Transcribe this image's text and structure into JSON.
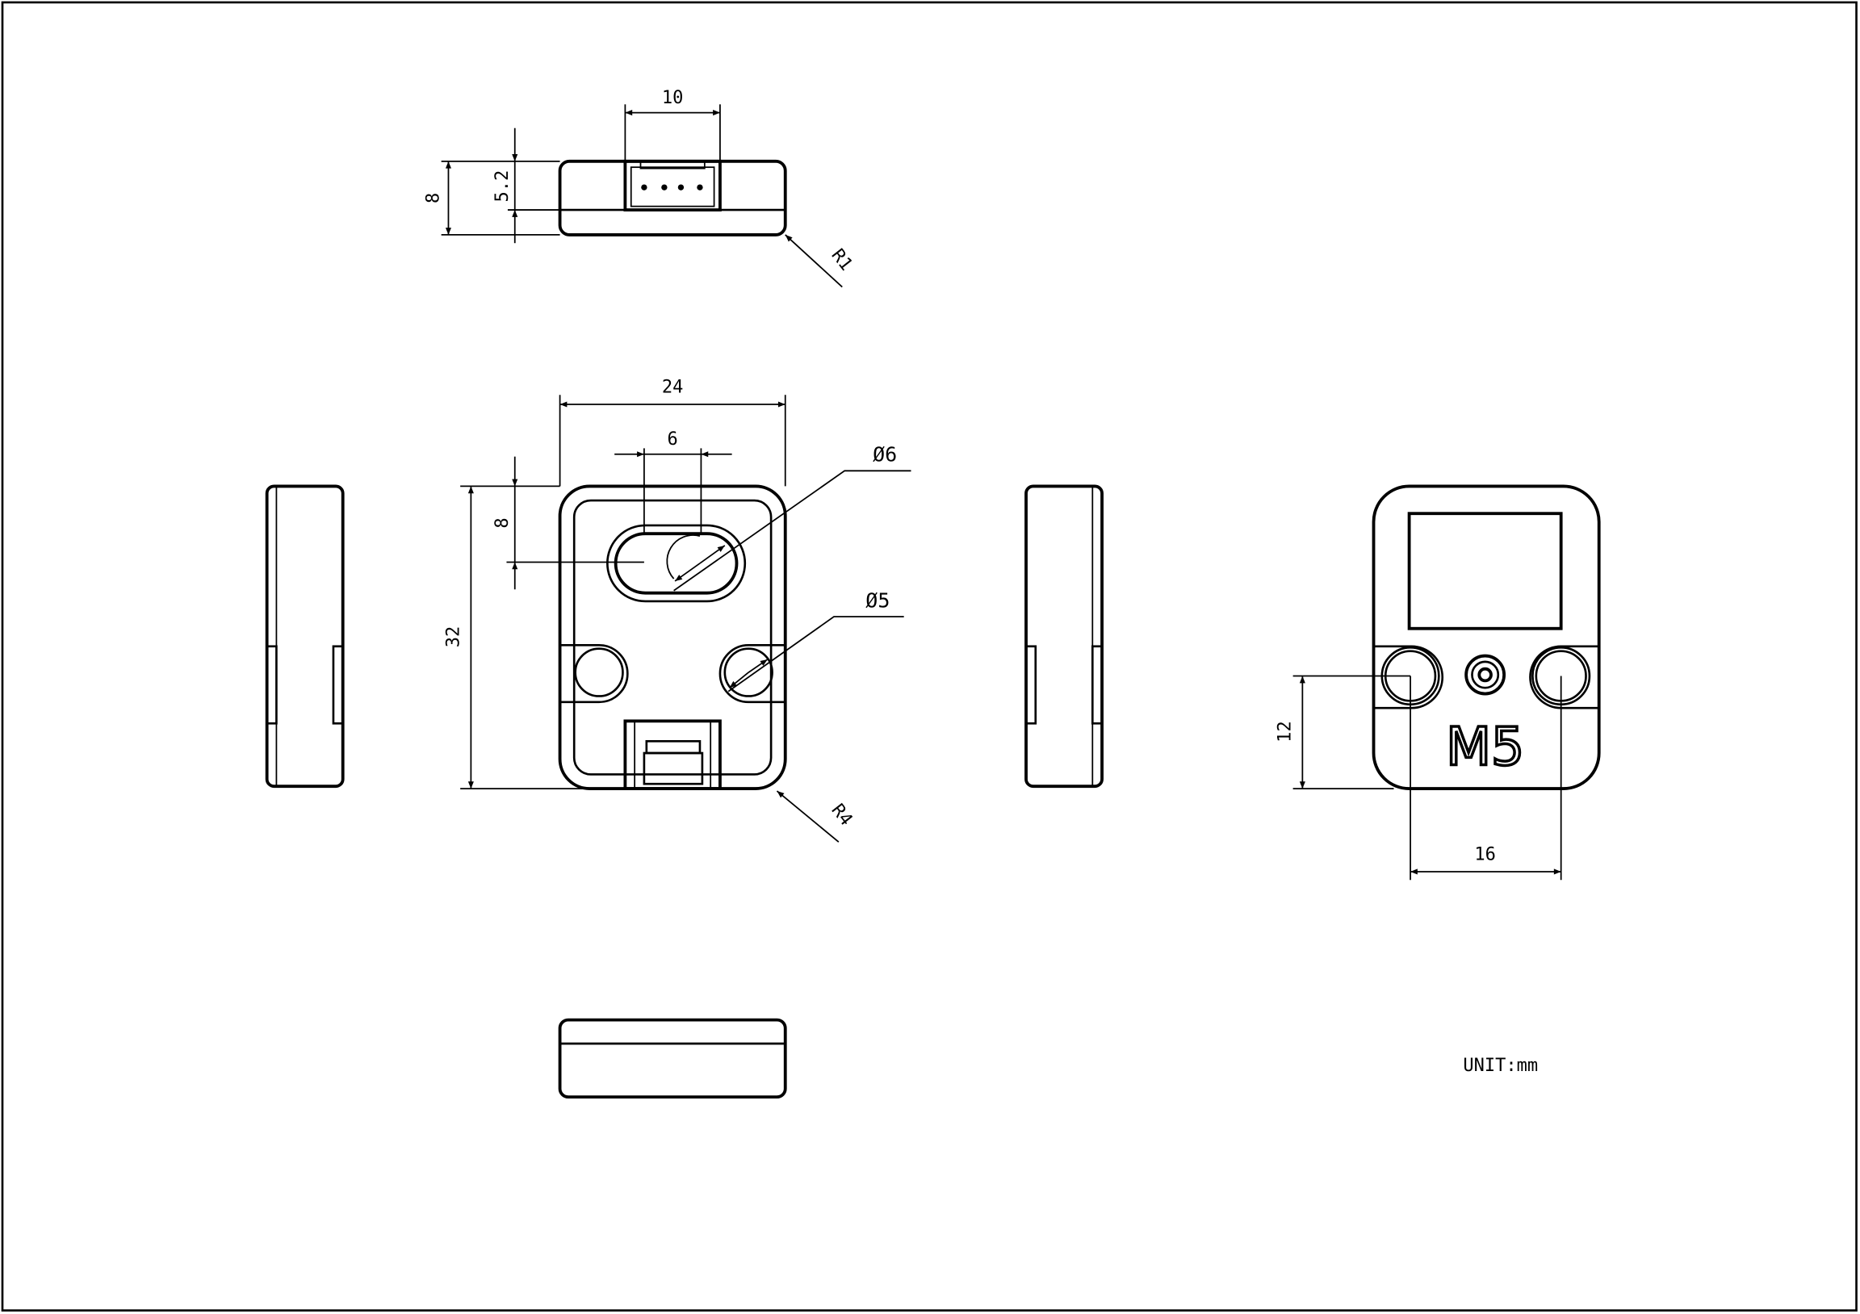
{
  "drawing": {
    "unit_label": "UNIT:mm",
    "logo_text": "M5",
    "top_view": {
      "width_connector": "10",
      "height_total": "8",
      "height_connector": "5.2",
      "radius": "R1"
    },
    "back_view": {
      "width": "24",
      "height": "32",
      "slot_width": "6",
      "slot_offset": "8",
      "slot_diameter": "Ø6",
      "hole_diameter": "Ø5",
      "corner_radius": "R4"
    },
    "front_view": {
      "hole_spacing": "16",
      "hole_height": "12"
    }
  }
}
